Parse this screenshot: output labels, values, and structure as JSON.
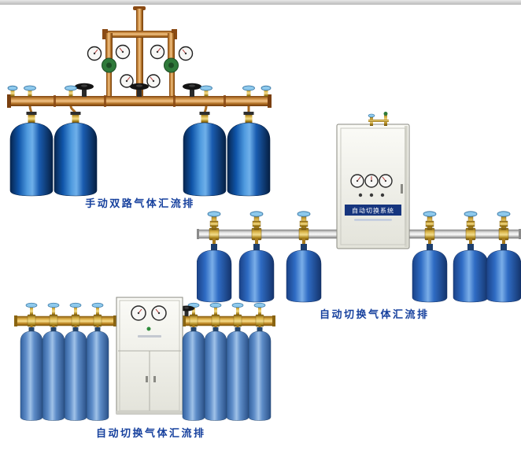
{
  "page": {
    "background_color": "#ffffff",
    "caption_color": "#17419e",
    "bottom_border_color": "#b9b9b9"
  },
  "palette": {
    "cylinder_dark_blue": "#0f54a8",
    "cylinder_medium_blue": "#2f6cc4",
    "cylinder_light_blue": "#5d8cc8",
    "copper_pipe": "#c98a3e",
    "brass_fitting": "#d9b348",
    "silver_tube": "#dedede",
    "valve_knob_blue": "#8ec9ec",
    "handwheel_black": "#141414",
    "cabinet_band_blue": "#16357e"
  },
  "products": [
    {
      "id": "manual-dual-manifold",
      "caption": "手动双路气体汇流排",
      "cylinder_count": 4,
      "gauge_count": 6
    },
    {
      "id": "auto-switch-manifold-wall",
      "caption": "自动切换气体汇流排",
      "cabinet_title": "自动切换系统",
      "cylinder_count": 6,
      "gauge_count": 3
    },
    {
      "id": "auto-switch-manifold-floor",
      "caption": "自动切换气体汇流排",
      "cylinder_count": 8,
      "gauge_count": 2
    }
  ]
}
